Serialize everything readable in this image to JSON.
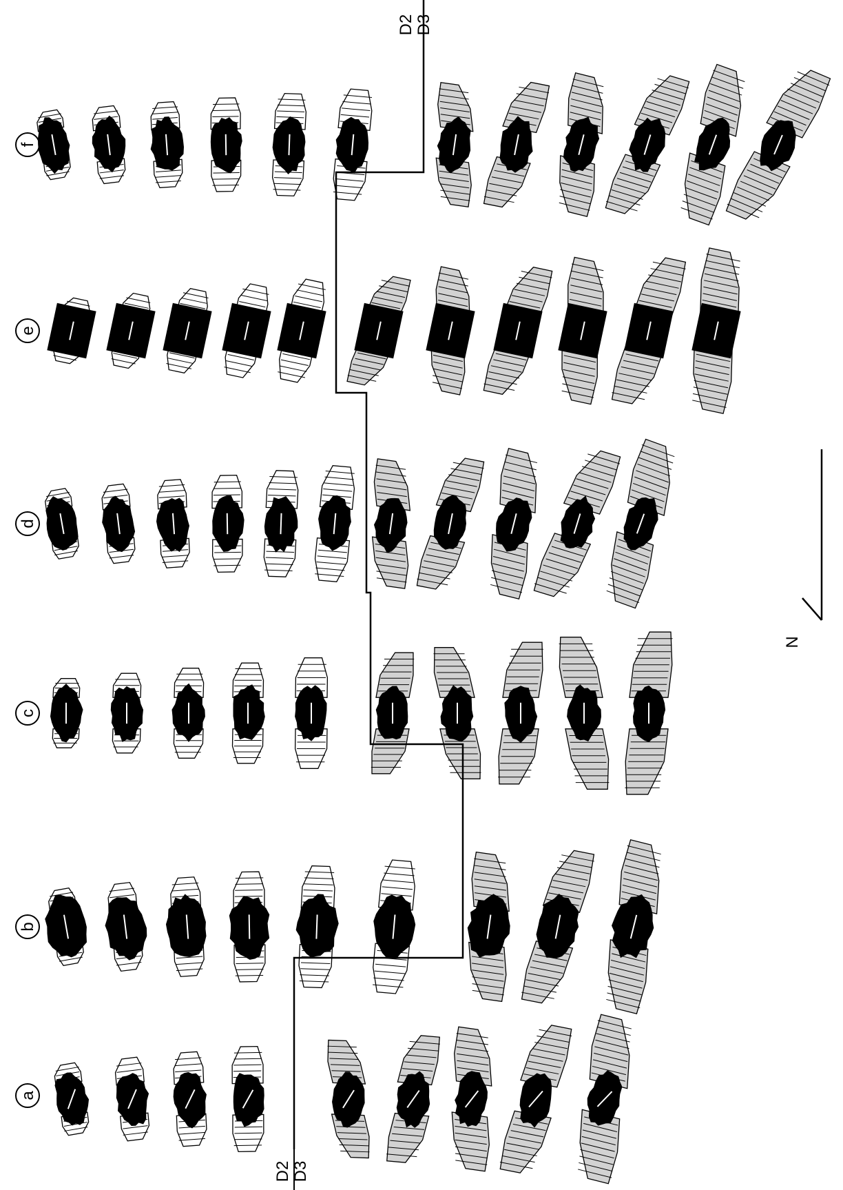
{
  "figure": {
    "panels": [
      {
        "label": "a",
        "d2_count": 4,
        "d3_count": 5
      },
      {
        "label": "b",
        "d2_count": 6,
        "d3_count": 3
      },
      {
        "label": "c",
        "d2_count": 5,
        "d3_count": 5
      },
      {
        "label": "d",
        "d2_count": 6,
        "d3_count": 5
      },
      {
        "label": "e",
        "d2_count": 5,
        "d3_count": 6
      },
      {
        "label": "f",
        "d2_count": 6,
        "d3_count": 6
      }
    ],
    "divider_left_top": "D2",
    "divider_left_bottom": "D3",
    "divider_right_top": "D2",
    "divider_right_bottom": "D3",
    "north_label": "N",
    "colors": {
      "core": "#000000",
      "fringe_d2": "#ffffff",
      "fringe_d3": "#d2d2d2",
      "line": "#000000"
    }
  }
}
